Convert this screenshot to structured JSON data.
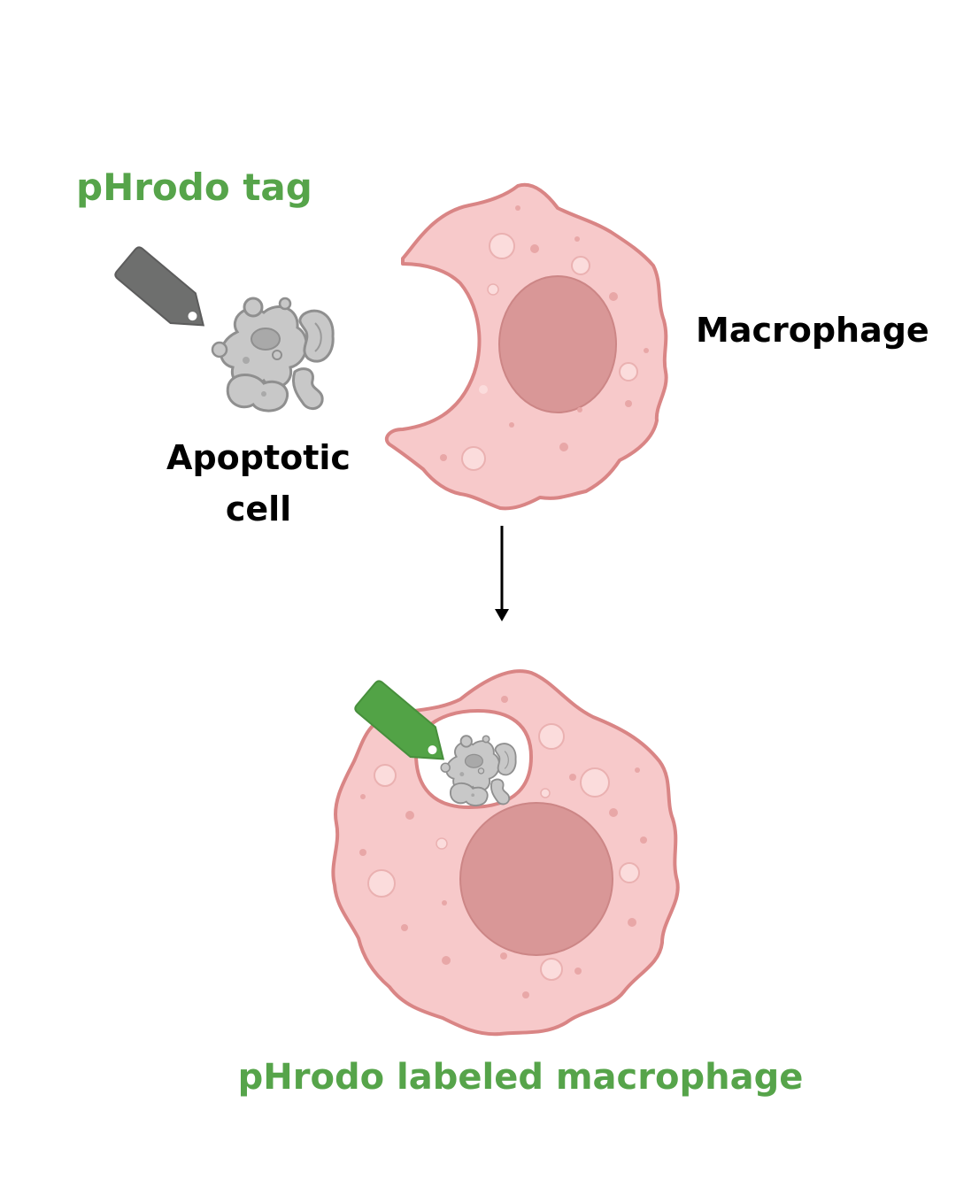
{
  "labels": {
    "tag_title": "pHrodo tag",
    "apoptotic_line1": "Apoptotic",
    "apoptotic_line2": "cell",
    "macrophage": "Macrophage",
    "labeled_macrophage": "pHrodo labeled macrophage"
  },
  "colors": {
    "green_text": "#56a44a",
    "tag_gray": "#6e6f6e",
    "tag_green": "#52a346",
    "cell_fill": "#f7c9ca",
    "cell_outline": "#d98585",
    "nucleus": "#d99797",
    "debris_fill": "#c8c8c8",
    "debris_outline": "#8f8f8f",
    "arrow": "#000000"
  },
  "icons": {
    "tag_gray": "tag-icon",
    "tag_green": "tag-icon",
    "arrow": "arrow-down-icon"
  }
}
